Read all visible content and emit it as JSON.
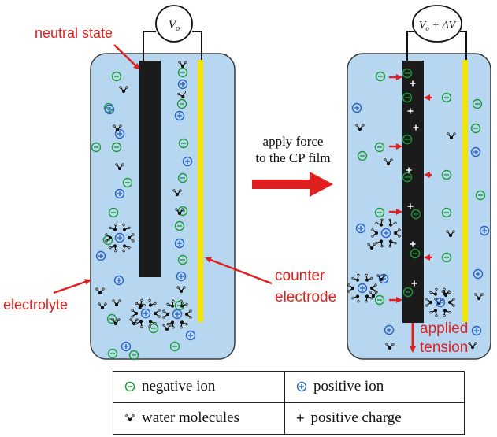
{
  "left_panel": {
    "voltmeter_label": "Vo",
    "neutral_label": "neutral state",
    "electrolyte_label": "electrolyte"
  },
  "right_panel": {
    "voltmeter_label": "Vo + ΔV",
    "counter_electrode_label": [
      "counter",
      "electrode"
    ],
    "tension_label": [
      "applied",
      "tension"
    ]
  },
  "middle": {
    "action_lines": [
      "apply force",
      "to the CP film"
    ]
  },
  "legend": {
    "negative_ion": "negative ion",
    "positive_ion": "positive ion",
    "water": "water molecules",
    "positive_charge": "positive charge"
  },
  "colors": {
    "electrolyte_fill": "#b7d7f0",
    "electrolyte_stroke": "#3a3a3a",
    "cp_film": "#1b1b1b",
    "counter_electrode": "#f2e600",
    "annotation": "#e02020",
    "negative_ion": "#1e9a3a",
    "positive_ion": "#2b62c8"
  },
  "icons": [
    "negative-ion-icon",
    "positive-ion-icon",
    "water-molecule-icon",
    "positive-charge-icon",
    "arrow-right-icon"
  ]
}
